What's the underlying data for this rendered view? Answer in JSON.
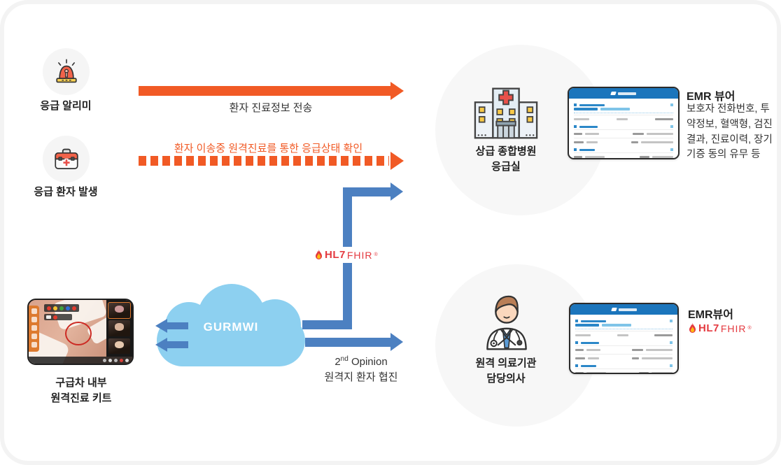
{
  "palette": {
    "orange": "#F15A25",
    "blue_arrow": "#4C80C1",
    "cloud_blue": "#8DD0F0",
    "hl7_red": "#E4393F",
    "emr_header_blue": "#1B75BC",
    "circle_gray": "#F7F7F7"
  },
  "nodes": {
    "alarm": {
      "label": "응급 알리미"
    },
    "patient": {
      "label": "응급 환자 발생"
    },
    "hospital": {
      "label_line1": "상급 종합병원",
      "label_line2": "응급실"
    },
    "doctor": {
      "label_line1": "원격 의료기관",
      "label_line2": "담당의사"
    },
    "kit": {
      "label_line1": "구급차 내부",
      "label_line2": "원격진료 키트"
    }
  },
  "arrows": {
    "transfer": {
      "label": "환자 진료정보 전송"
    },
    "remote_check": {
      "label": "환자 이송중 원격진료를 통한 응급상태 확인"
    },
    "second_opinion": {
      "num": "2",
      "sup": "nd",
      "rest": " Opinion",
      "label_ko": "원격지 환자 협진"
    }
  },
  "cloud": {
    "label": "GURMWI"
  },
  "hl7": {
    "name": "HL7",
    "suffix": "FHIR",
    "reg": "®"
  },
  "emr_top": {
    "title": "EMR 뷰어",
    "description": "보호자 전화번호, 투약정보, 혈액형, 검진결과, 진료이력, 장기기증 동의 유무 등"
  },
  "emr_bottom": {
    "title": "EMR뷰어"
  }
}
